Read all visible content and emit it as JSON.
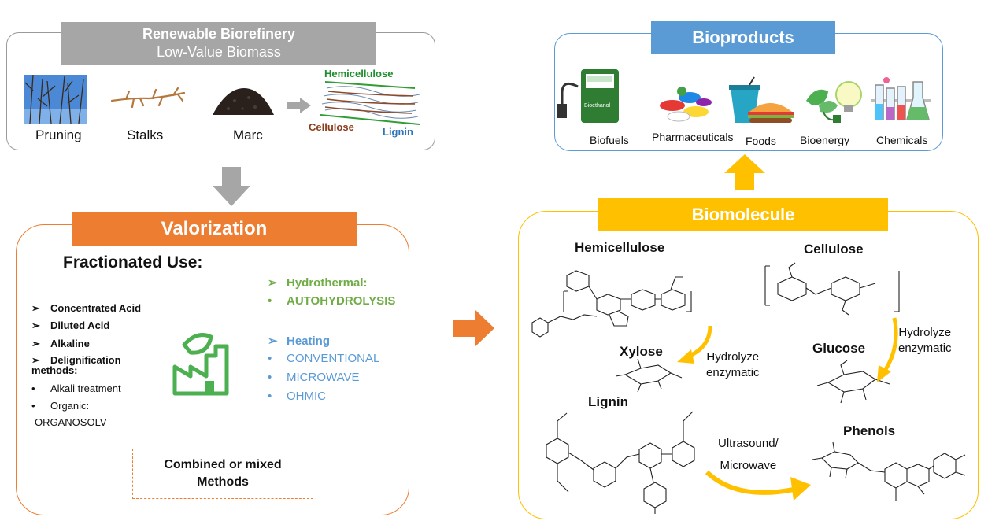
{
  "biorefinery": {
    "title": "Renewable Biorefinery",
    "subtitle": "Low-Value Biomass",
    "items": [
      "Pruning",
      "Stalks",
      "Marc"
    ],
    "structure_labels": {
      "hemicellulose": "Hemicellulose",
      "cellulose": "Cellulose",
      "lignin": "Lignin"
    }
  },
  "valorization": {
    "title": "Valorization",
    "fractionated_label": "Fractionated Use:",
    "methods": [
      "Concentrated Acid",
      "Diluted Acid",
      "Alkaline",
      "Delignification methods:"
    ],
    "sub_methods": [
      "Alkali treatment",
      "Organic:"
    ],
    "organosolv": "ORGANOSOLV",
    "hydrothermal": {
      "header": "Hydrothermal:",
      "items": [
        "AUTOHYDROLYSIS"
      ]
    },
    "heating": {
      "header": "Heating",
      "items": [
        "CONVENTIONAL",
        "MICROWAVE",
        "OHMIC"
      ]
    },
    "combined": [
      "Combined or mixed",
      "Methods"
    ]
  },
  "bioproducts": {
    "title": "Bioproducts",
    "items": [
      "Biofuels",
      "Pharmaceuticals",
      "Foods",
      "Bioenergy",
      "Chemicals"
    ],
    "pump_text": "Bioethanol"
  },
  "biomolecule": {
    "title": "Biomolecule",
    "molecules": {
      "hemicellulose": "Hemicellulose",
      "cellulose": "Cellulose",
      "xylose": "Xylose",
      "glucose": "Glucose",
      "lignin": "Lignin",
      "phenols": "Phenols"
    },
    "notes": {
      "hydrolyze_1": [
        "Hydrolyze",
        "enzymatic"
      ],
      "hydrolyze_2": [
        "Hydrolyze",
        "enzymatic"
      ],
      "ultrasound": [
        "Ultrasound/",
        "Microwave"
      ]
    }
  },
  "colors": {
    "gray": "#a6a6a6",
    "orange": "#ed7d31",
    "blue": "#5b9bd5",
    "gold": "#ffc000",
    "green": "#70ad47"
  }
}
